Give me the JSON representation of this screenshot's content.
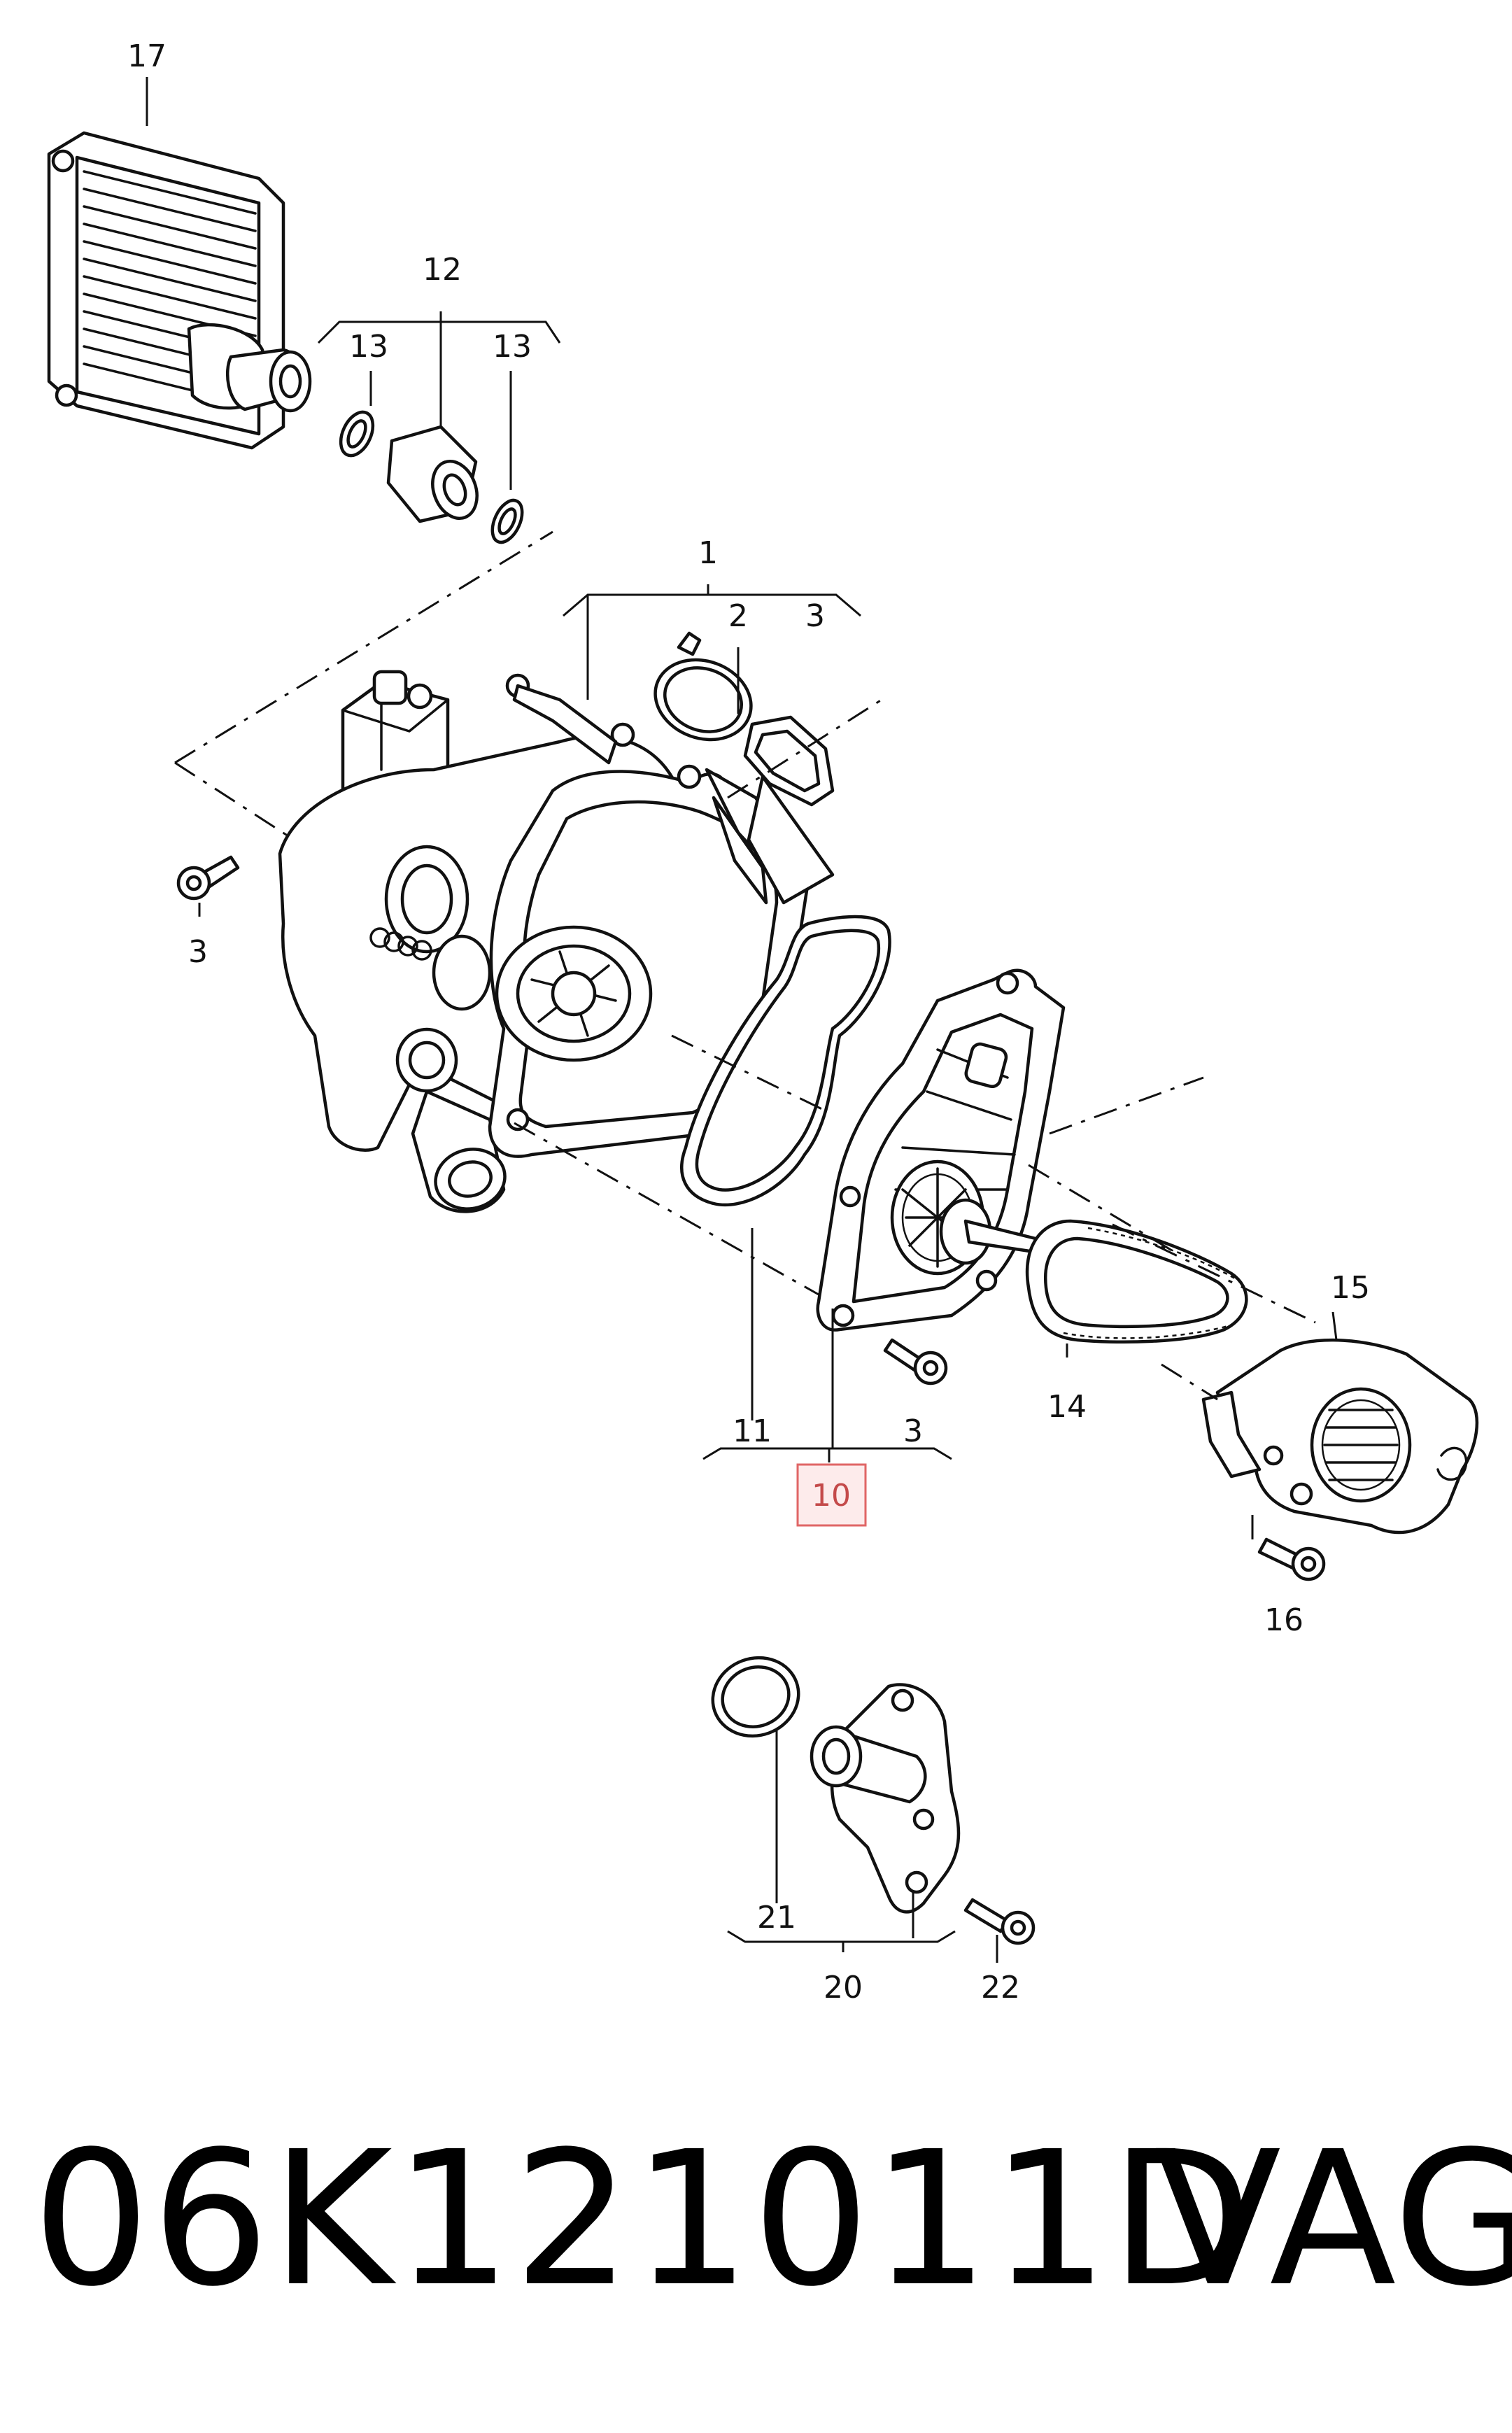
{
  "callouts": {
    "c1": "1",
    "c2": "2",
    "c3a": "3",
    "c3b": "3",
    "c3c": "3",
    "c10": "10",
    "c11": "11",
    "c12": "12",
    "c13a": "13",
    "c13b": "13",
    "c14": "14",
    "c15": "15",
    "c16": "16",
    "c17": "17",
    "c20": "20",
    "c21": "21",
    "c22": "22"
  },
  "highlight": {
    "color": "#e06666",
    "fill": "#fdebeb"
  },
  "footer": {
    "part_number": "06K121011D",
    "brand": "VAG"
  }
}
